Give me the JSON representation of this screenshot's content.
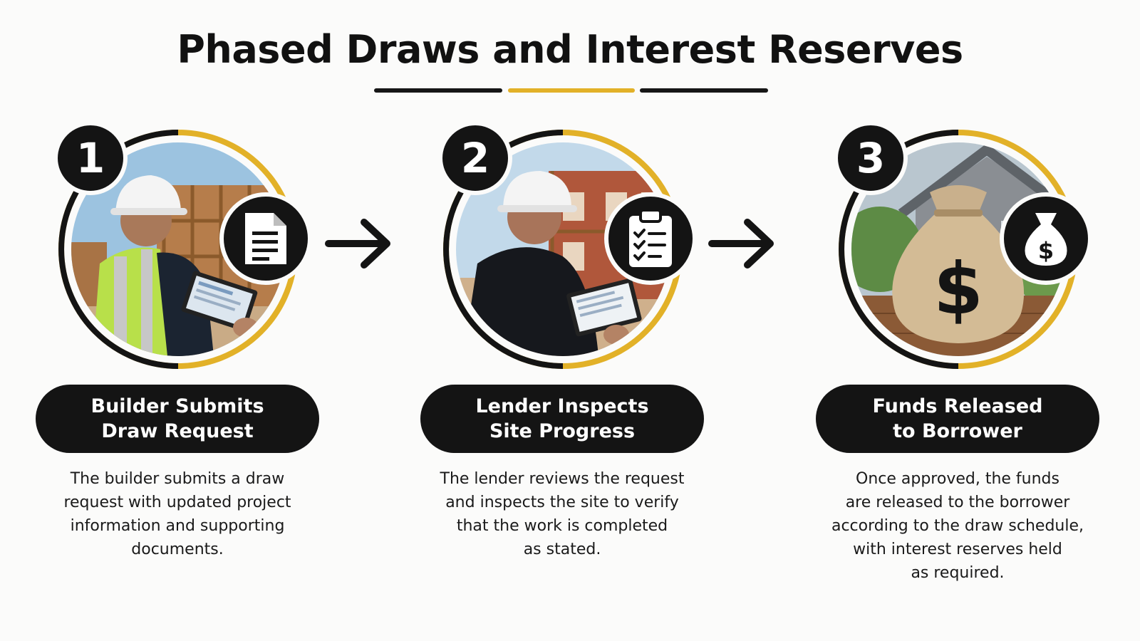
{
  "title": "Phased Draws and Interest Reserves",
  "colors": {
    "accent": "#e2b128",
    "dark": "#141414",
    "background": "#fbfbfa"
  },
  "steps": [
    {
      "number": "1",
      "icon": "document-icon",
      "label_lines": [
        "Builder Submits",
        "Draw Request"
      ],
      "description_lines": [
        "The builder submits a draw",
        "request with updated project",
        "information and supporting",
        "documents."
      ]
    },
    {
      "number": "2",
      "icon": "clipboard-checklist-icon",
      "label_lines": [
        "Lender Inspects",
        "Site Progress"
      ],
      "description_lines": [
        "The lender reviews the request",
        "and inspects the site to verify",
        "that the work is completed",
        "as stated."
      ]
    },
    {
      "number": "3",
      "icon": "money-bag-icon",
      "label_lines": [
        "Funds Released",
        "to Borrower"
      ],
      "description_lines": [
        "Once approved, the funds",
        "are released to the borrower",
        "according to the draw schedule,",
        "with interest reserves held",
        "as required."
      ]
    }
  ]
}
